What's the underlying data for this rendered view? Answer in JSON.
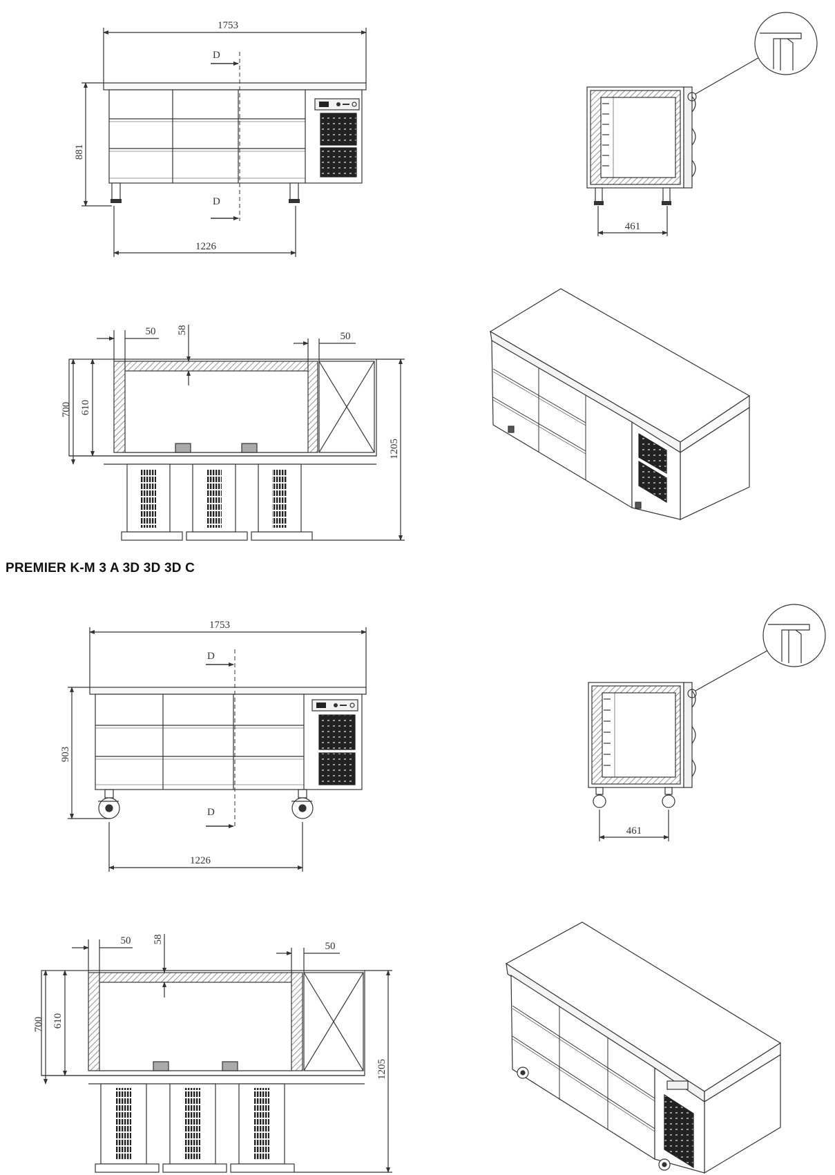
{
  "model_caption": "PREMIER K-M 3 A 3D 3D 3D  C",
  "upper": {
    "front": {
      "width_label": "1753",
      "height_label": "881",
      "leg_span_label": "1226",
      "section_mark_top": "D",
      "section_mark_bottom": "D"
    },
    "side": {
      "depth_label": "461"
    },
    "plan": {
      "wall_left_label": "50",
      "wall_top_label": "58",
      "wall_right_label": "50",
      "depth_outer_label": "700",
      "depth_inner_label": "610",
      "depth_open_label": "1205"
    }
  },
  "lower": {
    "front": {
      "width_label": "1753",
      "height_label": "903",
      "leg_span_label": "1226",
      "section_mark_top": "D",
      "section_mark_bottom": "D"
    },
    "side": {
      "depth_label": "461"
    },
    "plan": {
      "wall_left_label": "50",
      "wall_top_label": "58",
      "wall_right_label": "50",
      "depth_outer_label": "700",
      "depth_inner_label": "610",
      "depth_open_label": "1205"
    }
  },
  "colors": {
    "line": "#333333",
    "hatch": "#777777",
    "panel": "#f2f2f2",
    "grille": "#1e1e1e"
  }
}
